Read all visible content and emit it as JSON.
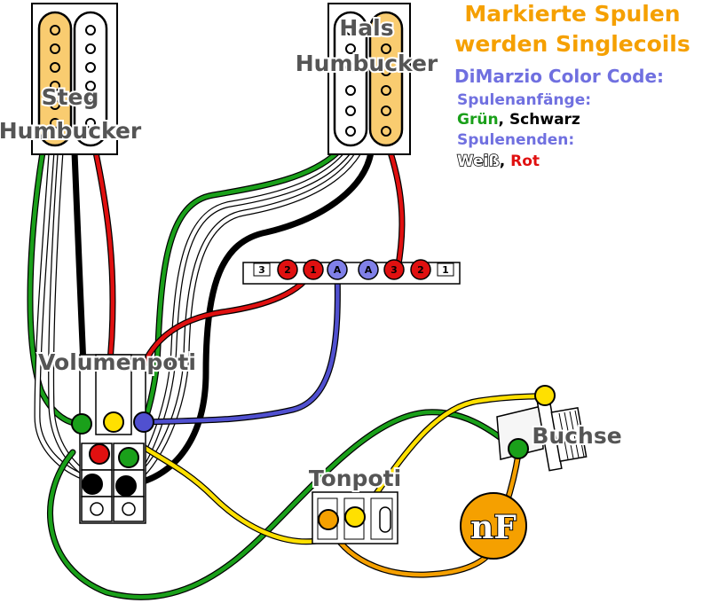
{
  "header": {
    "title_line1": "Markierte Spulen",
    "title_line2": "werden Singlecoils"
  },
  "legend": {
    "heading": "DiMarzio Color Code:",
    "starts_label": "Spulenanfänge:",
    "starts_green": "Grün",
    "starts_sep": ", ",
    "starts_black": "Schwarz",
    "ends_label": "Spulenenden:",
    "ends_white": "Weiß",
    "ends_sep": ", ",
    "ends_red": "Rot"
  },
  "components": {
    "bridge_line1": "Steg",
    "bridge_line2": "Humbucker",
    "neck_line1": "Hals",
    "neck_line2": "Humbucker",
    "volume_pot": "Volumenpoti",
    "tone_pot": "Tonpoti",
    "jack": "Buchse",
    "capacitor": "nF"
  },
  "switch": {
    "terminals": [
      "3",
      "2",
      "1",
      "A",
      "A",
      "3",
      "2",
      "1"
    ]
  },
  "colors": {
    "accent_orange": "#f5a000",
    "legend_blue": "#7070e0",
    "green": "#1aa01a",
    "red": "#e01010",
    "yellow": "#ffe000",
    "blue": "#5050d0",
    "black": "#000000",
    "white": "#ffffff",
    "coil_marked": "#f9cc70"
  }
}
